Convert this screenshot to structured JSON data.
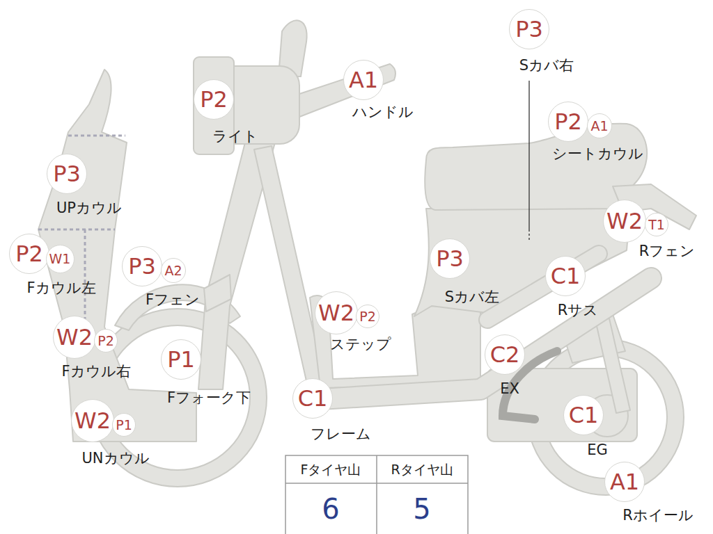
{
  "diagram": {
    "nodes": [
      {
        "text": [
          "P3"
        ]
      },
      {
        "text": [
          "A1"
        ]
      },
      {
        "text": [
          "P2"
        ]
      },
      {
        "text": [
          "P2"
        ]
      },
      {
        "text": [
          "A1"
        ]
      },
      {
        "text": [
          "P3"
        ]
      },
      {
        "text": [
          "P2"
        ]
      },
      {
        "text": [
          "W1"
        ]
      },
      {
        "text": [
          "P3"
        ]
      },
      {
        "text": [
          "A2"
        ]
      },
      {
        "text": [
          "W2"
        ]
      },
      {
        "text": [
          "T1"
        ]
      },
      {
        "text": [
          "P3"
        ]
      },
      {
        "text": [
          "C1"
        ]
      },
      {
        "text": [
          "W2"
        ]
      },
      {
        "text": [
          "P2"
        ]
      },
      {
        "text": [
          "W2"
        ]
      },
      {
        "text": [
          "P2"
        ]
      },
      {
        "text": [
          "P1"
        ]
      },
      {
        "text": [
          "C2"
        ]
      },
      {
        "text": [
          "C1"
        ]
      },
      {
        "text": [
          "C1"
        ]
      },
      {
        "text": [
          "W2"
        ]
      },
      {
        "text": [
          "P1"
        ]
      },
      {
        "text": [
          "A1"
        ]
      }
    ],
    "labels": [
      "Sカバ右",
      "ハンドル",
      "ライト",
      "シートカウル",
      "UPカウル",
      "Fカウル左",
      "Fフェン",
      "Rフェン",
      "Sカバ左",
      "Rサス",
      "ステップ",
      "Fカウル右",
      "Fフォーク下",
      "EX",
      "フレーム",
      "EG",
      "UNカウル",
      "Rホイール",
      "Fタイヤ山",
      "Rタイヤ山",
      "6",
      "5"
    ]
  }
}
